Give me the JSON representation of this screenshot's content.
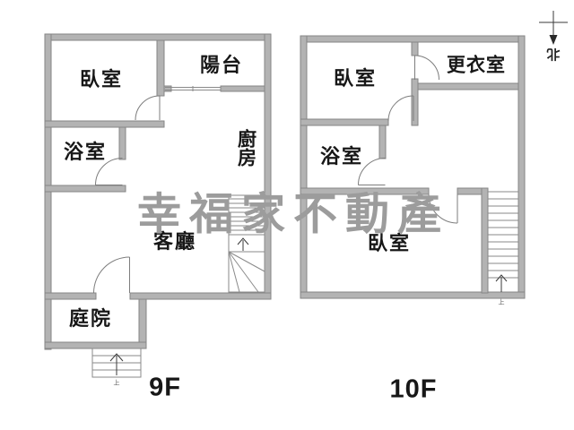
{
  "watermark": {
    "text": "幸福家不動產",
    "color": "#9c9c9c"
  },
  "compass": {
    "north_label": "北"
  },
  "stairs": {
    "up_label": "上"
  },
  "floors": {
    "f9": {
      "label": "9F",
      "rooms": {
        "bedroom": "臥室",
        "balcony": "陽台",
        "bathroom": "浴室",
        "kitchen": "廚房",
        "living_room": "客廳",
        "courtyard": "庭院"
      }
    },
    "f10": {
      "label": "10F",
      "rooms": {
        "bedroom": "臥室",
        "closet": "更衣室",
        "bathroom": "浴室",
        "bedroom2": "臥室"
      }
    }
  },
  "colors": {
    "wall_fill": "#b3b3b3",
    "wall_edge": "#868686",
    "line": "#8a8a8a",
    "text": "#171717",
    "watermark": "#9c9c9c"
  }
}
